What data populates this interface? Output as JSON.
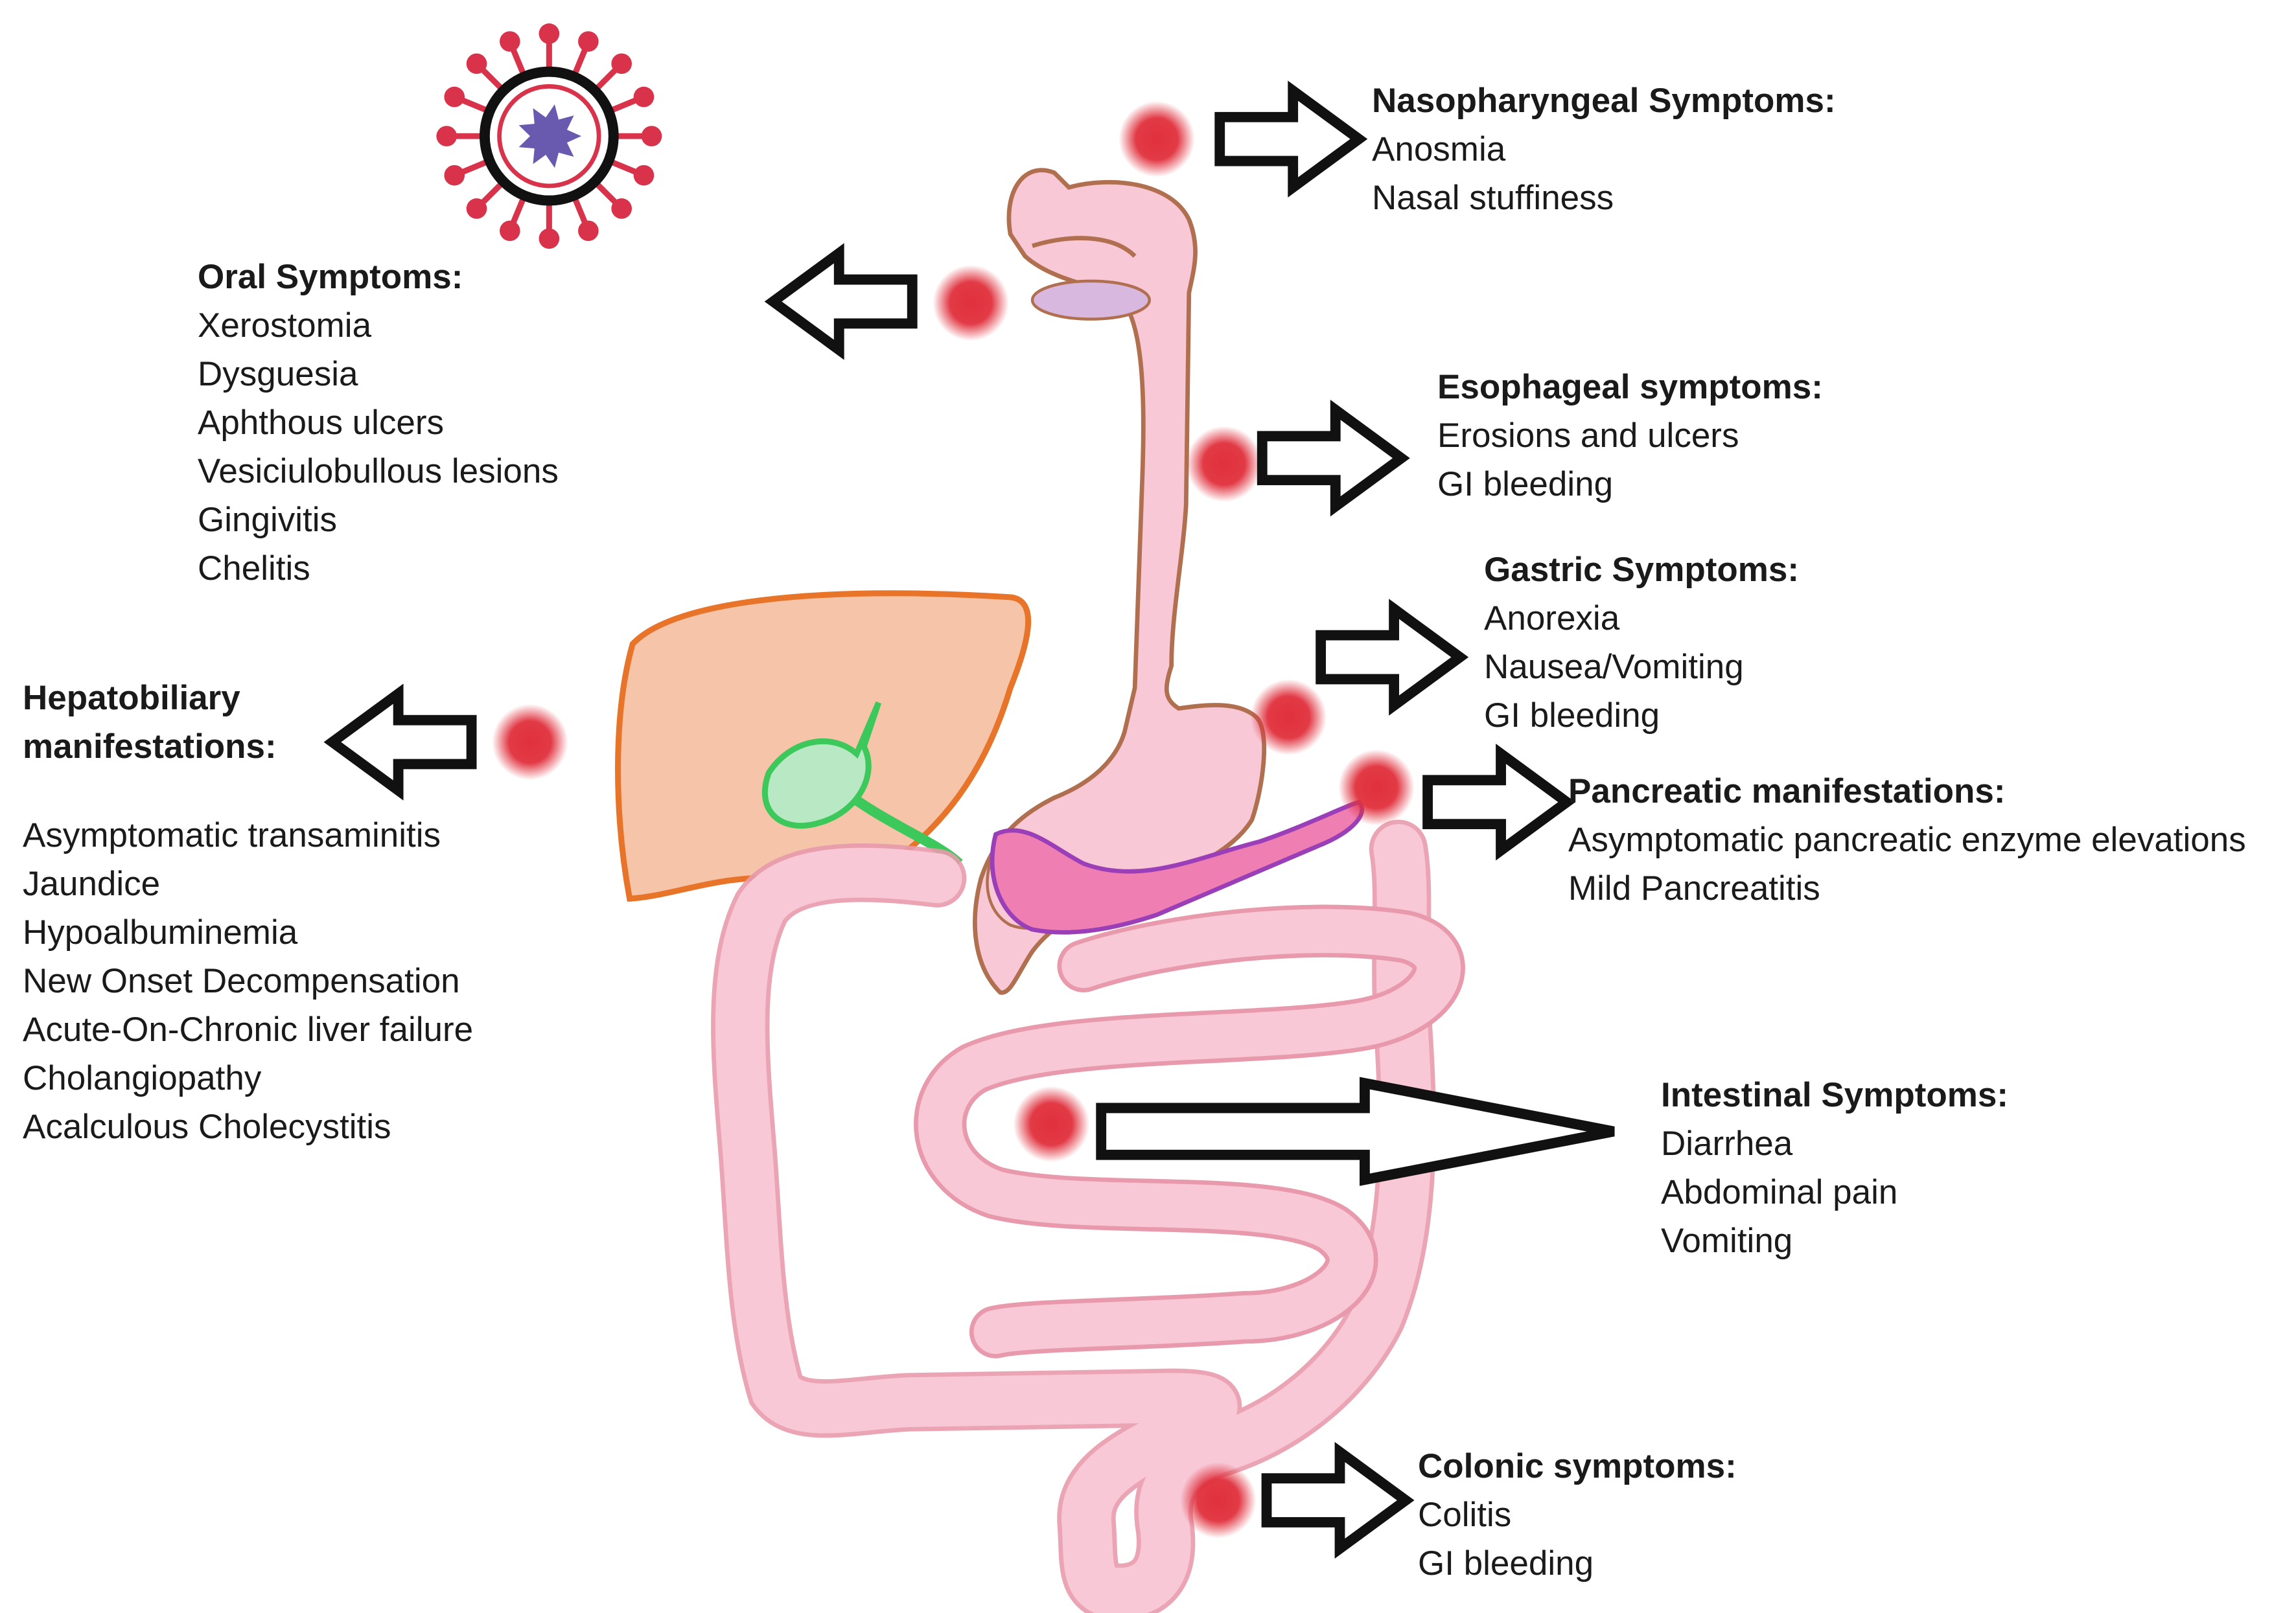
{
  "colors": {
    "organ_fill": "#f8c8d6",
    "organ_stroke": "#b07050",
    "intestine_stroke": "#e89aac",
    "liver_fill": "#f6c4a8",
    "liver_stroke": "#e8742a",
    "gallbladder_fill": "#b8e8c4",
    "gallbladder_stroke": "#3cc85a",
    "pancreas_fill": "#ef7fb2",
    "pancreas_stroke": "#9b3fb8",
    "inflammation_dot": "#e0303c",
    "virus_spike": "#d8334a",
    "virus_core": "#6a5aaf",
    "arrow_stroke": "#111111"
  },
  "icons": {
    "virus": "coronavirus-icon",
    "arrow": "hollow-arrow-icon",
    "dot": "inflammation-dot-icon"
  },
  "sections": {
    "nasopharyngeal": {
      "heading": "Nasopharyngeal Symptoms:",
      "items": [
        "Anosmia",
        "Nasal stuffiness"
      ]
    },
    "oral": {
      "heading": "Oral Symptoms:",
      "items": [
        "Xerostomia",
        "Dysguesia",
        "Aphthous ulcers",
        "Vesiciulobullous lesions",
        "Gingivitis",
        "Chelitis"
      ]
    },
    "esophageal": {
      "heading": "Esophageal symptoms:",
      "items": [
        "Erosions and ulcers",
        "GI bleeding"
      ]
    },
    "gastric": {
      "heading": "Gastric Symptoms:",
      "items": [
        "Anorexia",
        "Nausea/Vomiting",
        "GI bleeding"
      ]
    },
    "hepatobiliary": {
      "heading": "Hepatobiliary\nmanifestations:",
      "items": [
        "Asymptomatic transaminitis",
        "Jaundice",
        "Hypoalbuminemia",
        "New Onset Decompensation",
        "Acute-On-Chronic liver failure",
        "Cholangiopathy",
        "Acalculous Cholecystitis"
      ]
    },
    "pancreatic": {
      "heading": "Pancreatic manifestations:",
      "items": [
        "Asymptomatic pancreatic enzyme elevations",
        "Mild Pancreatitis"
      ]
    },
    "intestinal": {
      "heading": "Intestinal Symptoms:",
      "items": [
        "Diarrhea",
        "Abdominal pain",
        "Vomiting"
      ]
    },
    "colonic": {
      "heading": "Colonic symptoms:",
      "items": [
        "Colitis",
        "GI bleeding"
      ]
    }
  }
}
